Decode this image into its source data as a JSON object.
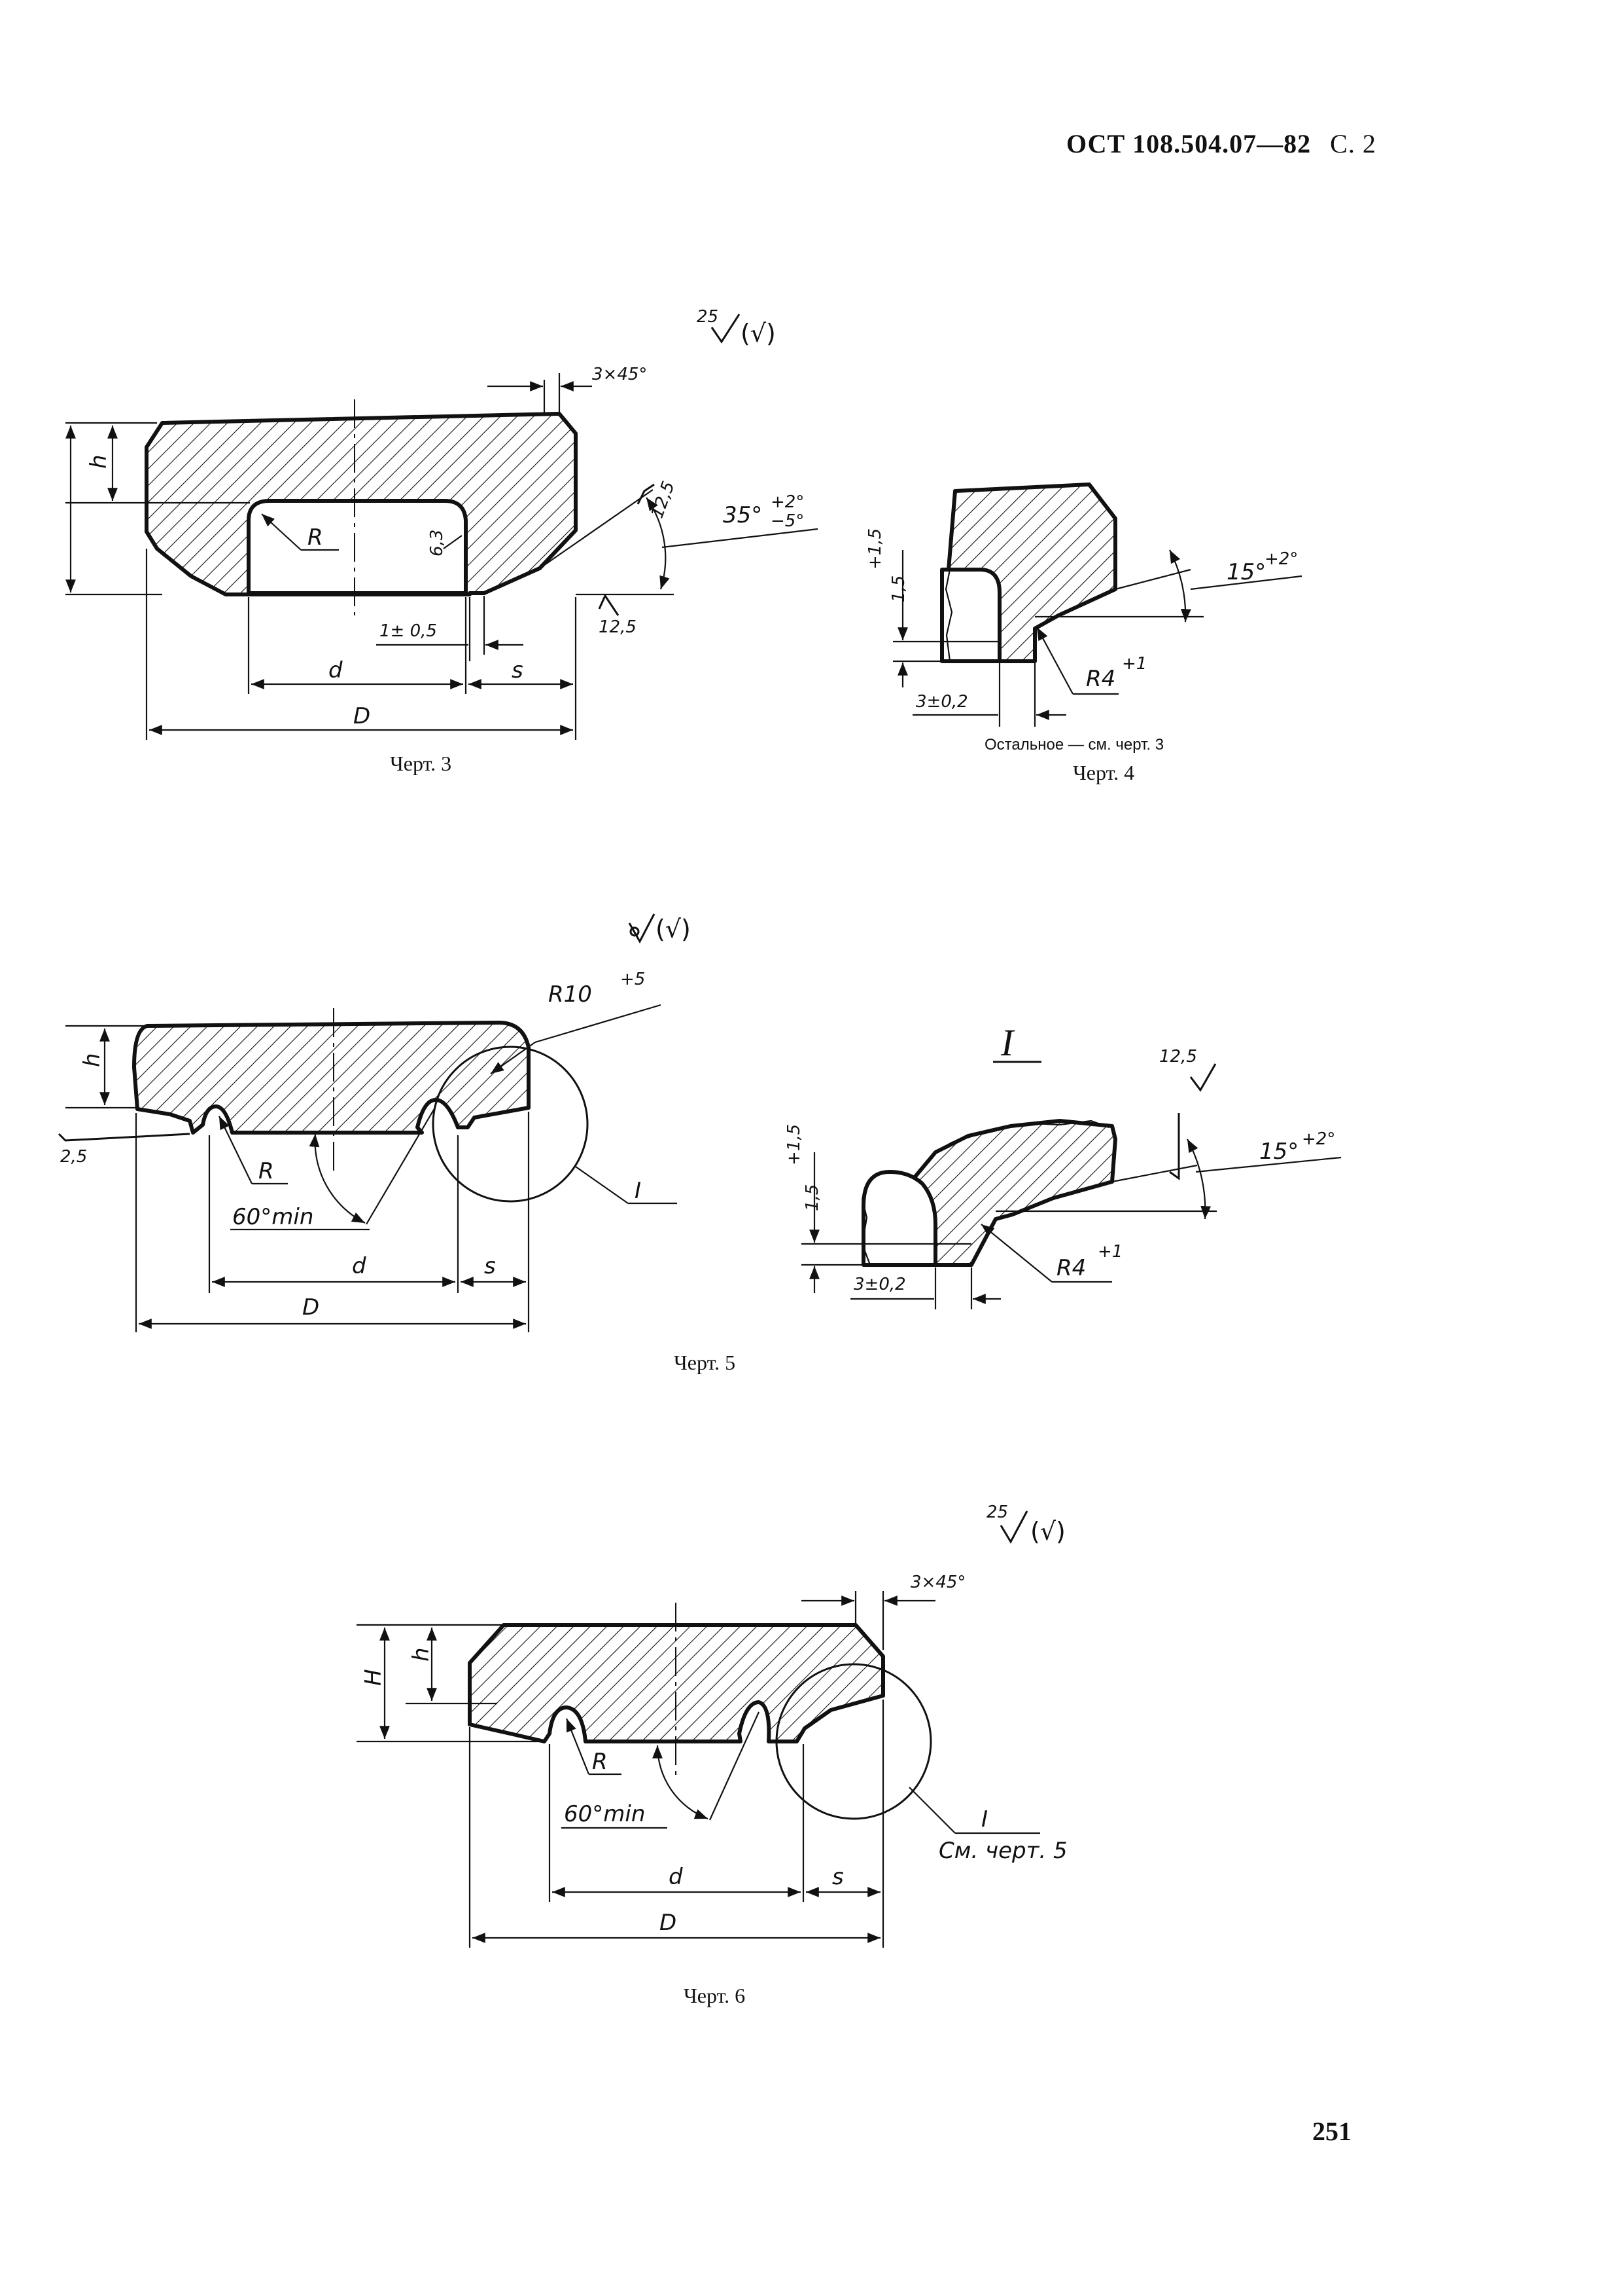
{
  "header": {
    "standard": "ОСТ 108.504.07—82",
    "page": "С. 2"
  },
  "fig3": {
    "caption": "Черт. 3",
    "roughness_top": "25",
    "roughness_paren": "(√)",
    "chamfer": "3×45°",
    "h": "h",
    "R": "R",
    "r63": "6,3",
    "r125a": "12,5",
    "r125b": "12,5",
    "angle_main": "35°",
    "angle_tol_up": "+2°",
    "angle_tol_dn": "−5°",
    "gap": "1± 0,5",
    "d": "d",
    "s": "s",
    "D": "D"
  },
  "fig4": {
    "note": "Остальное — см. черт. 3",
    "caption": "Черт. 4",
    "height": "1,5",
    "height_tol": "+1,5",
    "angle": "15°",
    "angle_tol": "+2°",
    "radius": "R4",
    "radius_tol": "+1",
    "width": "3±0,2"
  },
  "fig5": {
    "caption": "Черт. 5",
    "roughness_paren": "(√)",
    "radius": "R10",
    "radius_tol": "+5",
    "h": "h",
    "r25": "2,5",
    "R": "R",
    "angle": "60°min",
    "d": "d",
    "s": "s",
    "D": "D",
    "leader": "I"
  },
  "detail": {
    "title": "I",
    "r125": "12,5",
    "height": "1,5",
    "height_tol": "+1,5",
    "angle": "15°",
    "angle_tol": "+2°",
    "radius": "R4",
    "radius_tol": "+1",
    "width": "3±0,2"
  },
  "fig6": {
    "caption": "Черт. 6",
    "roughness_top": "25",
    "roughness_paren": "(√)",
    "chamfer": "3×45°",
    "H": "H",
    "h": "h",
    "R": "R",
    "angle": "60°min",
    "d": "d",
    "s": "s",
    "D": "D",
    "leader": "I",
    "ref": "См. черт. 5"
  },
  "page_number": "251"
}
